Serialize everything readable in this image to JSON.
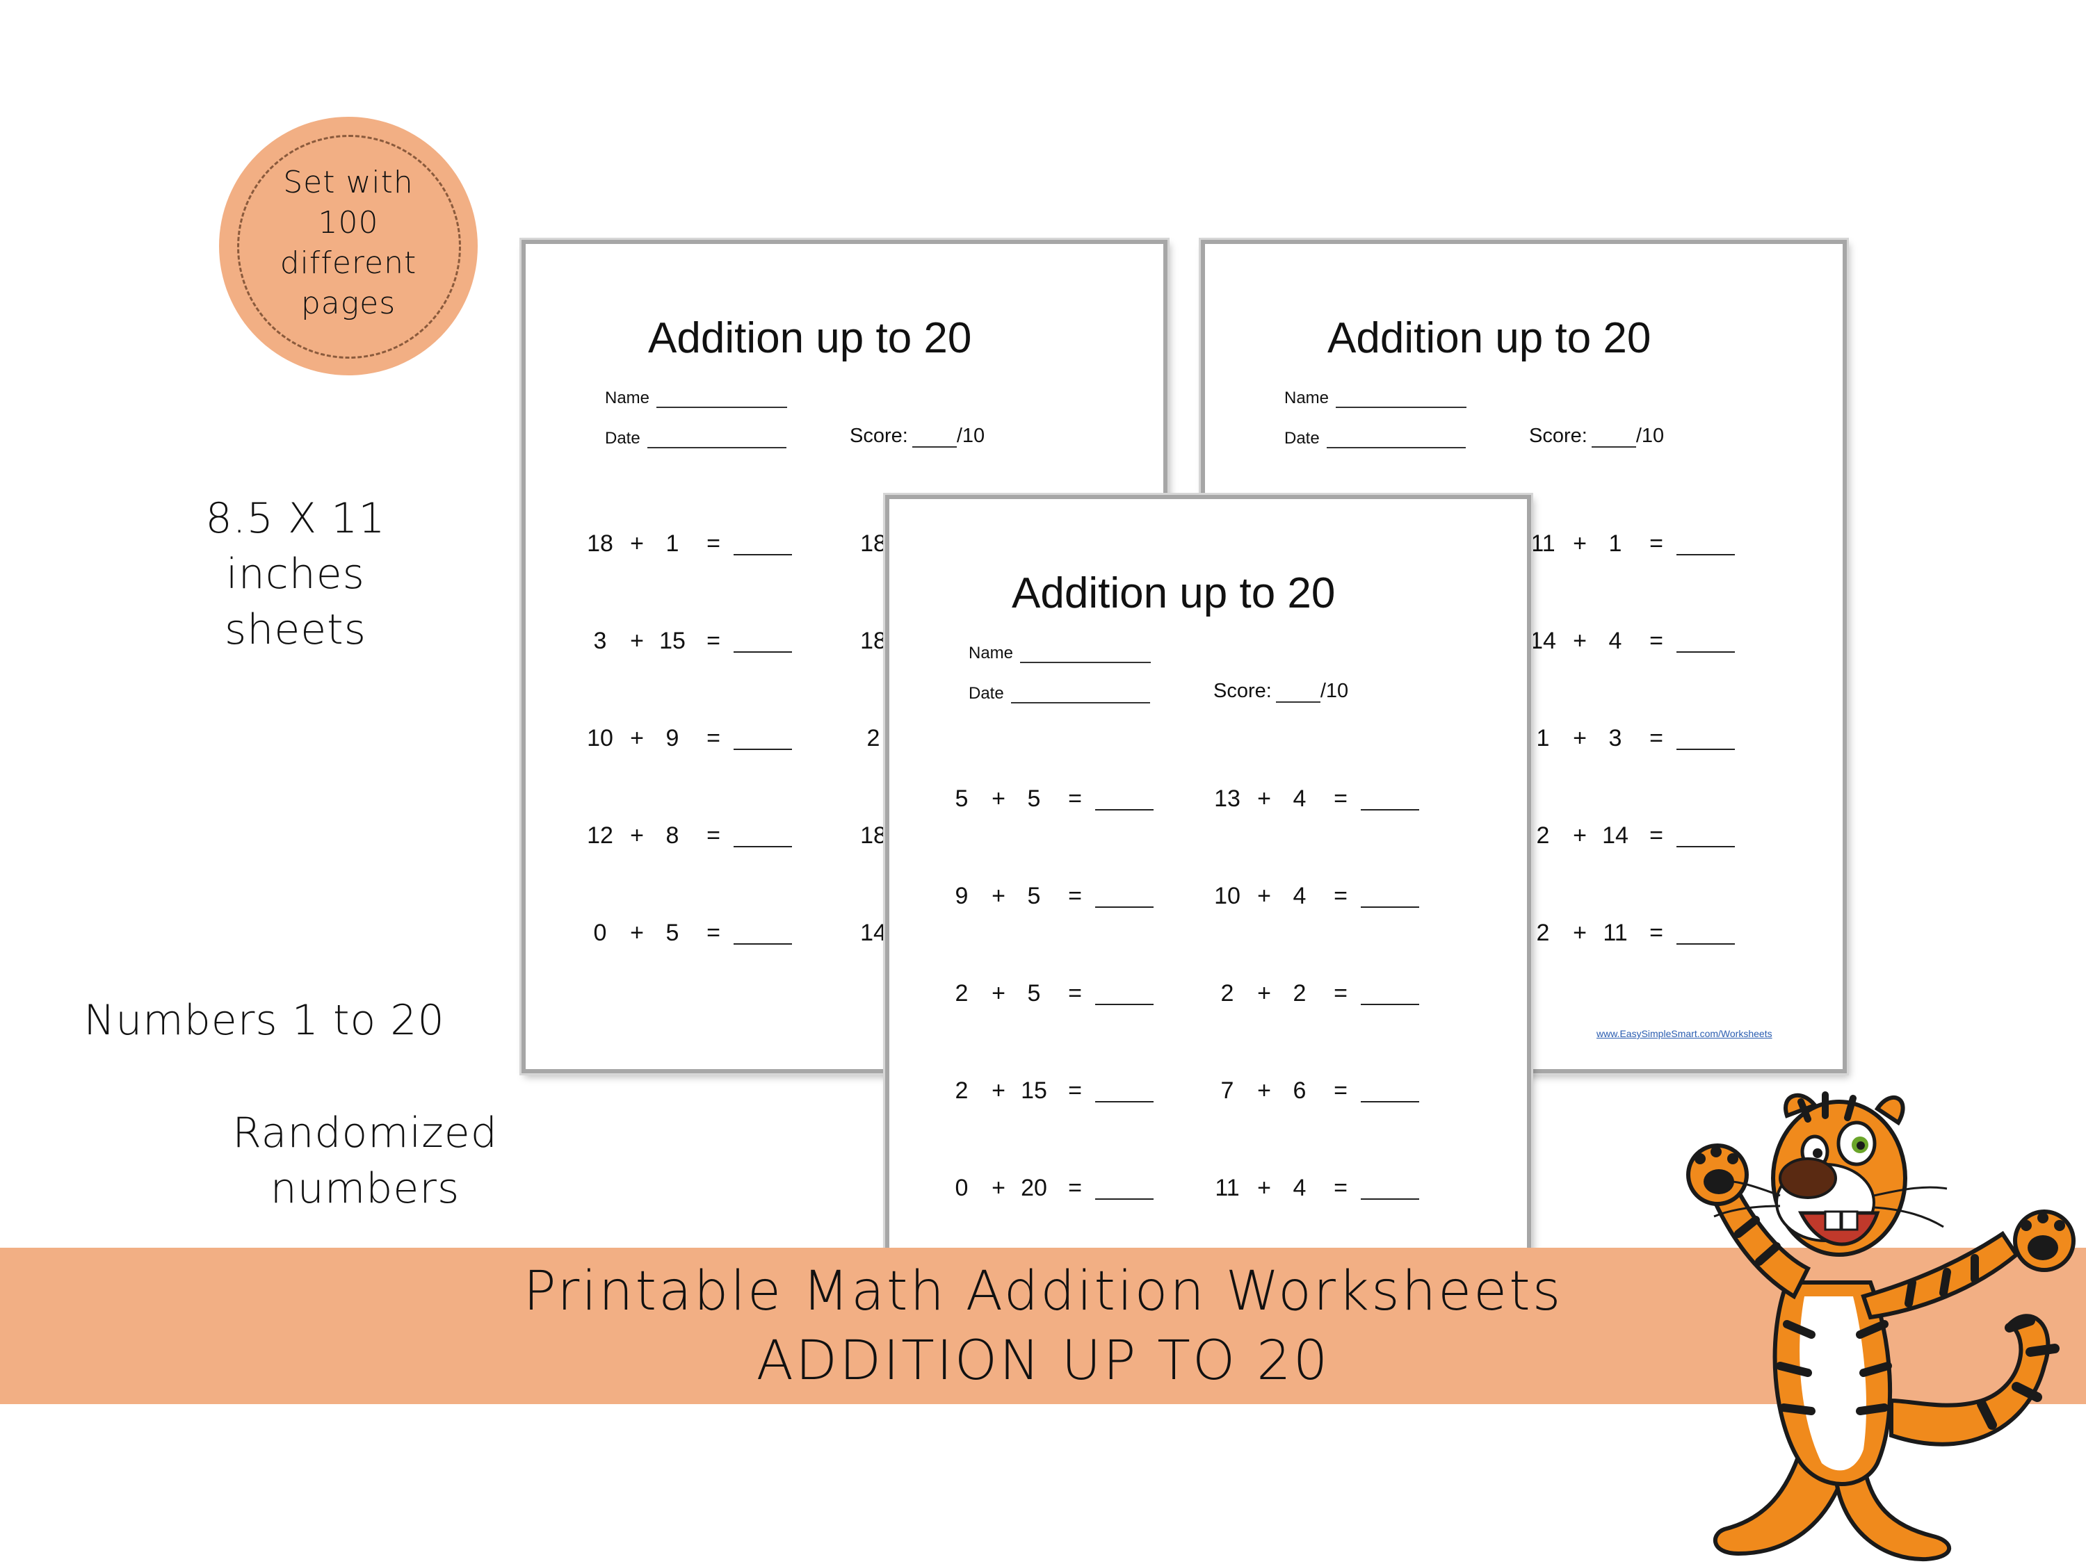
{
  "badge": {
    "lines": [
      "Set with",
      "100",
      "different",
      "pages"
    ]
  },
  "notes": {
    "size": [
      "8.5 X 11 inches",
      "sheets"
    ],
    "range": [
      "Numbers 1  to 20"
    ],
    "random": [
      "Randomized",
      "numbers"
    ]
  },
  "labels": {
    "name": "Name",
    "date": "Date",
    "score": "Score:",
    "score_total": "/10",
    "op": "+",
    "eq": "="
  },
  "sheets": [
    {
      "title": "Addition up to 20",
      "problems": [
        {
          "a": "18",
          "b": "1"
        },
        {
          "a": "3",
          "b": "15"
        },
        {
          "a": "10",
          "b": "9"
        },
        {
          "a": "12",
          "b": "8"
        },
        {
          "a": "0",
          "b": "5"
        }
      ],
      "partial_col2": [
        "18",
        "18",
        "2",
        "18",
        "14"
      ]
    },
    {
      "title": "Addition up to 20",
      "problems": [
        {
          "a": "11",
          "b": "1"
        },
        {
          "a": "14",
          "b": "4"
        },
        {
          "a": "1",
          "b": "3"
        },
        {
          "a": "2",
          "b": "14"
        },
        {
          "a": "2",
          "b": "11"
        }
      ],
      "footer": "www.EasySimpleSmart.com/Worksheets"
    },
    {
      "title": "Addition up to 20",
      "col1": [
        {
          "a": "5",
          "b": "5"
        },
        {
          "a": "9",
          "b": "5"
        },
        {
          "a": "2",
          "b": "5"
        },
        {
          "a": "2",
          "b": "15"
        },
        {
          "a": "0",
          "b": "20"
        }
      ],
      "col2": [
        {
          "a": "13",
          "b": "4"
        },
        {
          "a": "10",
          "b": "4"
        },
        {
          "a": "2",
          "b": "2"
        },
        {
          "a": "7",
          "b": "6"
        },
        {
          "a": "11",
          "b": "4"
        }
      ]
    }
  ],
  "banner": {
    "line1": "Printable Math Addition Worksheets",
    "line2": "ADDITION UP TO 20"
  },
  "colors": {
    "accent": "#f2af84",
    "tiger_orange": "#f08a1c",
    "ink": "#111111"
  },
  "mascot": {
    "icon": "tiger-mascot-icon"
  }
}
